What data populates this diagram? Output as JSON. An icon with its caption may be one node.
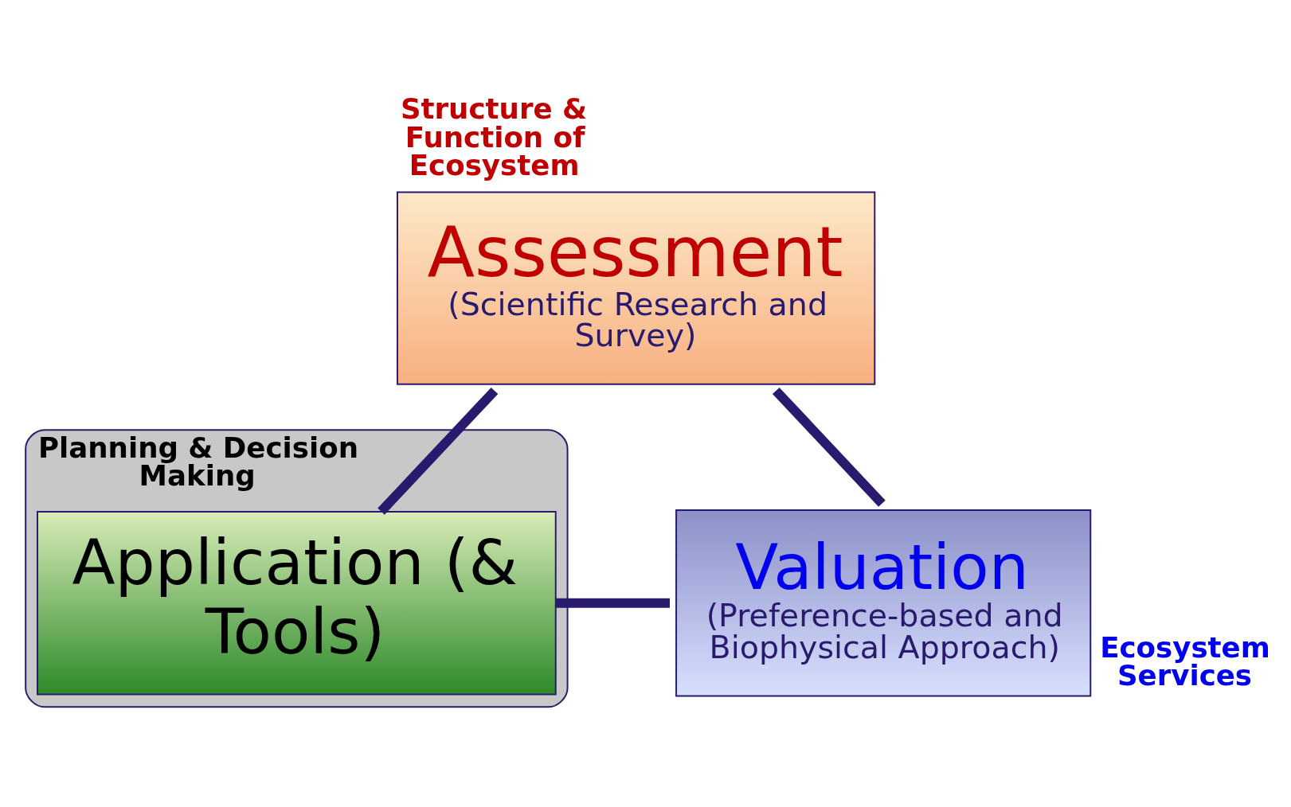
{
  "diagram": {
    "nodes": [
      {
        "text": [
          "Assessment",
          "(Scientific Research and Survey)"
        ],
        "beside": [
          "Structure & Function of Ecosystem"
        ]
      },
      {
        "text": [
          "Planning & Decision Making"
        ]
      },
      {
        "text": [
          "Application (& Tools)"
        ],
        "in": 1
      },
      {
        "text": [
          "Valuation",
          "(Preference-based and Biophysical Approach)"
        ],
        "beside": [
          "Ecosystem Services"
        ]
      }
    ],
    "edges": [
      {
        "from": 0,
        "to": 2,
        "arrow": "none"
      },
      {
        "from": 2,
        "to": 3,
        "arrow": "none"
      },
      {
        "from": 0,
        "to": 3,
        "arrow": "none"
      }
    ]
  }
}
